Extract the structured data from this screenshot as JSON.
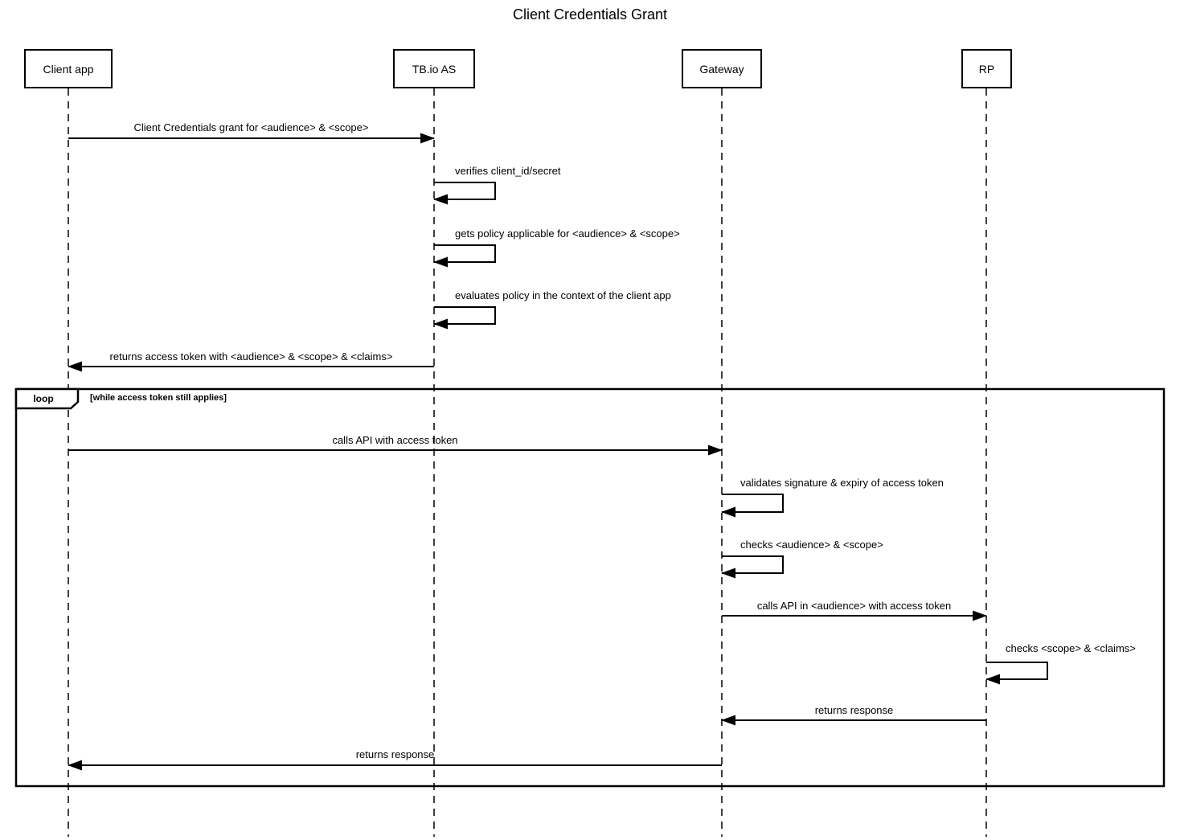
{
  "title": "Client Credentials Grant",
  "participants": [
    {
      "label": "Client app"
    },
    {
      "label": "TB.io AS"
    },
    {
      "label": "Gateway"
    },
    {
      "label": "RP"
    }
  ],
  "loop": {
    "label": "loop",
    "condition": "[while access token still applies]"
  },
  "messages": [
    {
      "type": "arrow",
      "from": "Client app",
      "to": "TB.io AS",
      "text": "Client Credentials grant for <audience> & <scope>"
    },
    {
      "type": "self",
      "actor": "TB.io AS",
      "text": "verifies client_id/secret"
    },
    {
      "type": "self",
      "actor": "TB.io AS",
      "text": "gets policy applicable for <audience> & <scope>"
    },
    {
      "type": "self",
      "actor": "TB.io AS",
      "text": "evaluates policy in the context of the client app"
    },
    {
      "type": "arrow",
      "from": "TB.io AS",
      "to": "Client app",
      "text": "returns access token with <audience> & <scope> & <claims>"
    },
    {
      "type": "arrow",
      "from": "Client app",
      "to": "Gateway",
      "text": "calls API with access token"
    },
    {
      "type": "self",
      "actor": "Gateway",
      "text": "validates signature & expiry of access token"
    },
    {
      "type": "self",
      "actor": "Gateway",
      "text": "checks <audience> & <scope>"
    },
    {
      "type": "arrow",
      "from": "Gateway",
      "to": "RP",
      "text": "calls API in <audience> with access token"
    },
    {
      "type": "self",
      "actor": "RP",
      "text": "checks <scope> & <claims>"
    },
    {
      "type": "arrow",
      "from": "RP",
      "to": "Gateway",
      "text": "returns response"
    },
    {
      "type": "arrow",
      "from": "Gateway",
      "to": "Client app",
      "text": "returns response"
    }
  ],
  "colors": {
    "line": "#000000",
    "background": "#ffffff"
  }
}
